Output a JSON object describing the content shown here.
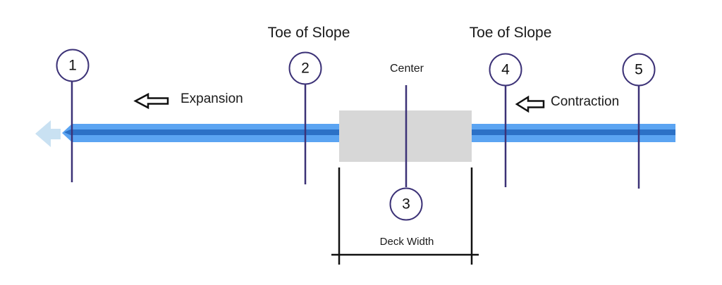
{
  "labels": {
    "toe_of_slope_left": "Toe of Slope",
    "toe_of_slope_right": "Toe of Slope",
    "center": "Center",
    "expansion": "Expansion",
    "contraction": "Contraction",
    "deck_width": "Deck Width"
  },
  "callouts": [
    {
      "number": "1"
    },
    {
      "number": "2"
    },
    {
      "number": "3"
    },
    {
      "number": "4"
    },
    {
      "number": "5"
    }
  ],
  "icons": {
    "expansion_arrow": "left-block-arrow",
    "contraction_arrow": "left-block-arrow",
    "beam_end_arrow": "left-block-arrow"
  },
  "colors": {
    "bar_light": "#5BA4F2",
    "bar_dark": "#2C71C6",
    "ghost_arrow": "#C9E1F2",
    "deck_fill": "#D7D7D7",
    "callout_stroke": "#3C3277",
    "dimension_line": "#111111",
    "text": "#1A1A1A"
  }
}
